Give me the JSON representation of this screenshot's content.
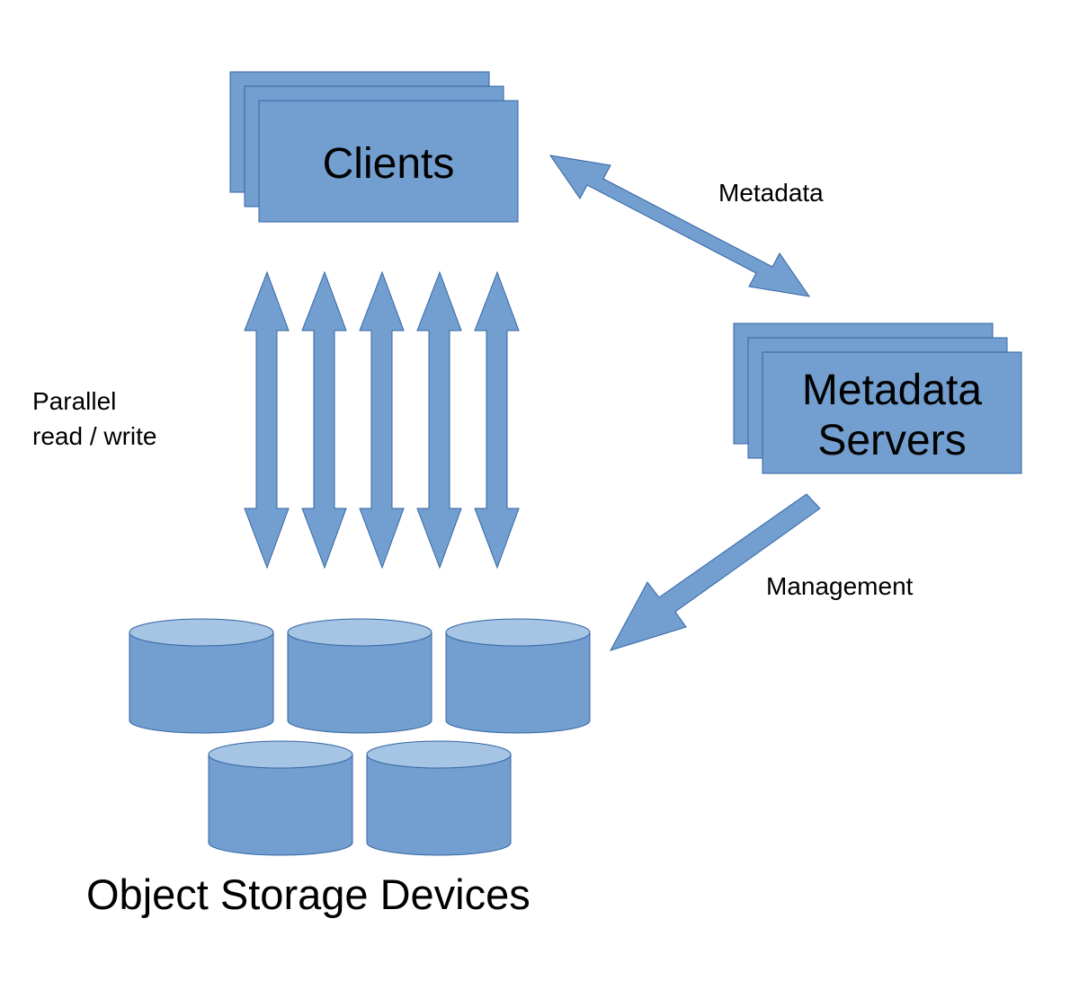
{
  "nodes": {
    "clients": "Clients",
    "metadata_servers": {
      "line1": "Metadata",
      "line2": "Servers"
    },
    "object_storage": "Object Storage Devices"
  },
  "edges": {
    "metadata": "Metadata",
    "management": "Management",
    "parallel": {
      "line1": "Parallel",
      "line2": "read / write"
    }
  },
  "colors": {
    "fill": "#729fcf",
    "cylinder_top": "#a6c4e3",
    "stroke": "#3465a4"
  }
}
